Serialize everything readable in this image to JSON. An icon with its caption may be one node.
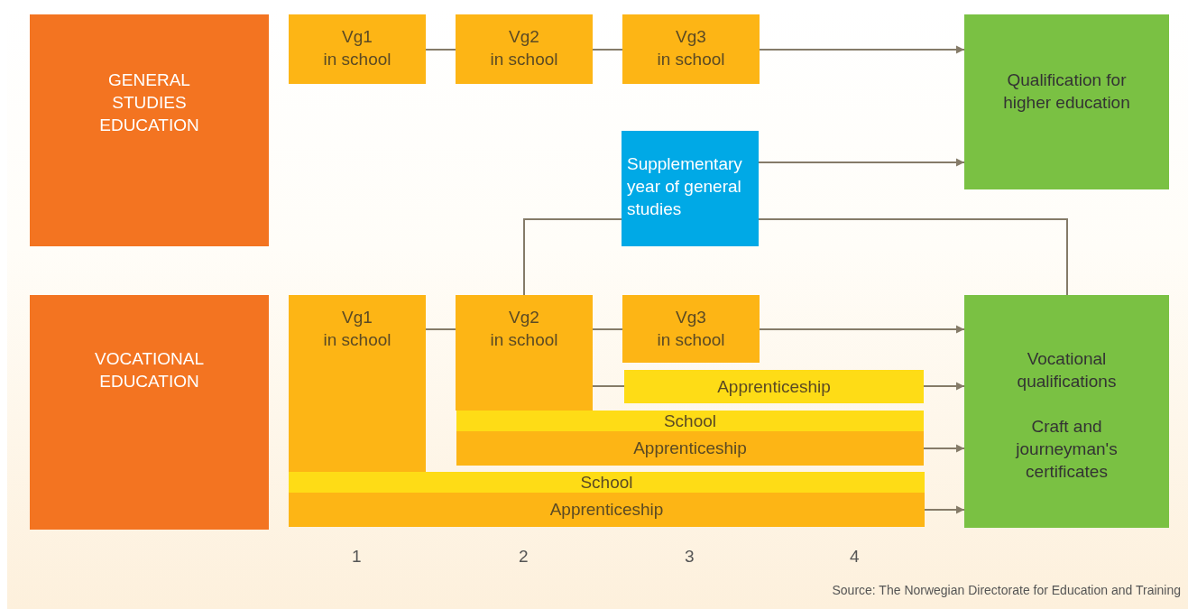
{
  "diagram": {
    "caption": "Source: The Norwegian Directorate for Education and Training",
    "nodes": [
      {
        "text": [
          "GENERAL STUDIES EDUCATION"
        ]
      },
      {
        "text": [
          "Vg1",
          "in school"
        ]
      },
      {
        "text": [
          "Vg2",
          "in school"
        ]
      },
      {
        "text": [
          "Vg3",
          "in school"
        ]
      },
      {
        "text": [
          "Qualification for higher education"
        ]
      },
      {
        "text": [
          "Supplementary year of general studies"
        ]
      },
      {
        "text": [
          "VOCATIONAL EDUCATION"
        ]
      },
      {
        "text": [
          "Vg1",
          "in school"
        ]
      },
      {
        "text": [
          "Vg2",
          "in school"
        ]
      },
      {
        "text": [
          "Vg3",
          "in school"
        ]
      },
      {
        "text": [
          "Apprenticeship"
        ]
      },
      {
        "text": [
          "School"
        ]
      },
      {
        "text": [
          "Apprenticeship"
        ]
      },
      {
        "text": [
          "School"
        ]
      },
      {
        "text": [
          "Apprenticeship"
        ]
      },
      {
        "text": [
          "Vocational qualifications",
          "Craft and journeyman's certificates"
        ]
      }
    ],
    "edges": [
      {
        "from": 1,
        "to": 2,
        "arrow": "none"
      },
      {
        "from": 2,
        "to": 3,
        "arrow": "none"
      },
      {
        "from": 3,
        "to": 4,
        "arrow": "to"
      },
      {
        "from": 5,
        "to": 4,
        "arrow": "to"
      },
      {
        "from": 8,
        "to": 5,
        "arrow": "none"
      },
      {
        "from": 5,
        "to": 15,
        "arrow": "none"
      },
      {
        "from": 7,
        "to": 8,
        "arrow": "none"
      },
      {
        "from": 8,
        "to": 9,
        "arrow": "none"
      },
      {
        "from": 9,
        "to": 15,
        "arrow": "to"
      },
      {
        "from": 8,
        "to": 10,
        "arrow": "none"
      },
      {
        "from": 10,
        "to": 15,
        "arrow": "to"
      },
      {
        "from": 12,
        "to": 15,
        "arrow": "to"
      },
      {
        "from": 14,
        "to": 15,
        "arrow": "to"
      }
    ],
    "labels": [
      "1",
      "2",
      "3",
      "4"
    ]
  }
}
